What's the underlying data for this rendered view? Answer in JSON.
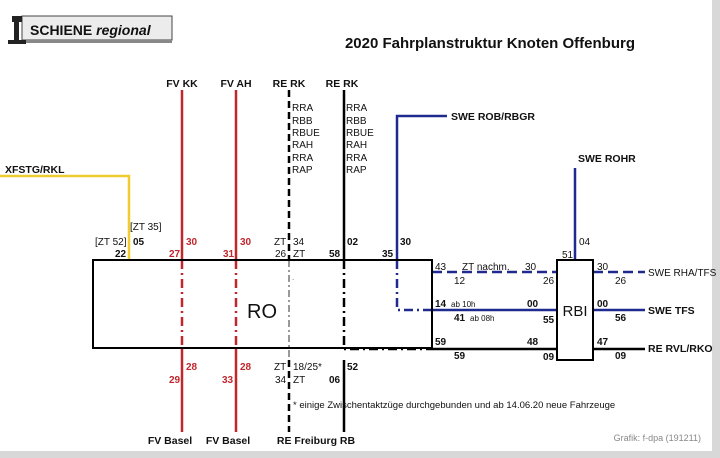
{
  "logo": {
    "text": "SCHIENE regional"
  },
  "title": "2020 Fahrplanstruktur Knoten Offenburg",
  "colors": {
    "fv": "#c0272d",
    "swe": "#1f2a8f",
    "xfstg": "#f0cc30",
    "re": "#000000"
  },
  "nodes": {
    "ro": "RO",
    "rbi": "RBI"
  },
  "lines_top": {
    "fv_kk": "FV  KK",
    "fv_ah": "FV AH",
    "re_rk_1": "RE RK",
    "re_rk_2": "RE RK",
    "xfstg": "XFSTG/RKL",
    "swe_rob": "SWE ROB/RBGR",
    "swe_rohr": "SWE ROHR"
  },
  "stations": [
    "RRA",
    "RBB",
    "RBUE",
    "RAH",
    "RRA",
    "RAP"
  ],
  "lines_right": {
    "swe_rha": "SWE RHA/TFS",
    "swe_tfs": "SWE TFS",
    "re_rvl": "RE RVL/RKO"
  },
  "lines_bottom": {
    "fv_basel_1": "FV Basel",
    "fv_basel_2": "FV Basel",
    "re_freiburg": "RE Freiburg RB"
  },
  "times": {
    "zt35": "[ZT 35]",
    "zt52": "[ZT 52]",
    "x05": "05",
    "x22": "22",
    "kk_dep": "30",
    "kk_arr": "27",
    "ah_dep": "30",
    "ah_arr": "31",
    "rk1_zt_a": "ZT",
    "rk1_34": "34",
    "rk1_26": "26",
    "rk1_zt_b": "ZT",
    "rk2_58": "58",
    "rk2_02": "02",
    "rob_30": "30",
    "rob_35": "35",
    "rha_43": "43",
    "rha_zt": "ZT nachm.",
    "rha_30": "30",
    "rha_12": "12",
    "rha_26": "26",
    "tfs_14": "14",
    "tfs_ab10": "ab 10h",
    "tfs_00": "00",
    "tfs_41": "41",
    "tfs_ab08": "ab 08h",
    "tfs_55": "55",
    "rvl_59a": "59",
    "rvl_48": "48",
    "rvl_59b": "59",
    "rvl_09": "09",
    "rbi_51": "51",
    "rohr_04": "04",
    "r_rha_30": "30",
    "r_rha_26": "26",
    "r_tfs_00": "00",
    "r_tfs_56": "56",
    "r_rvl_47": "47",
    "r_rvl_09": "09",
    "b_kk_28": "28",
    "b_kk_29": "29",
    "b_ah_28": "28",
    "b_ah_33": "33",
    "b_rk_zt_a": "ZT",
    "b_rk_1825": "18/25*",
    "b_rk_34": "34",
    "b_rk_zt_b": "ZT",
    "b_rb_52": "52",
    "b_rb_06": "06"
  },
  "footnote": "* einige Zwischentaktzüge durchgebunden und ab 14.06.20 neue Fahrzeuge",
  "credit": "Grafik: f-dpa (191211)"
}
